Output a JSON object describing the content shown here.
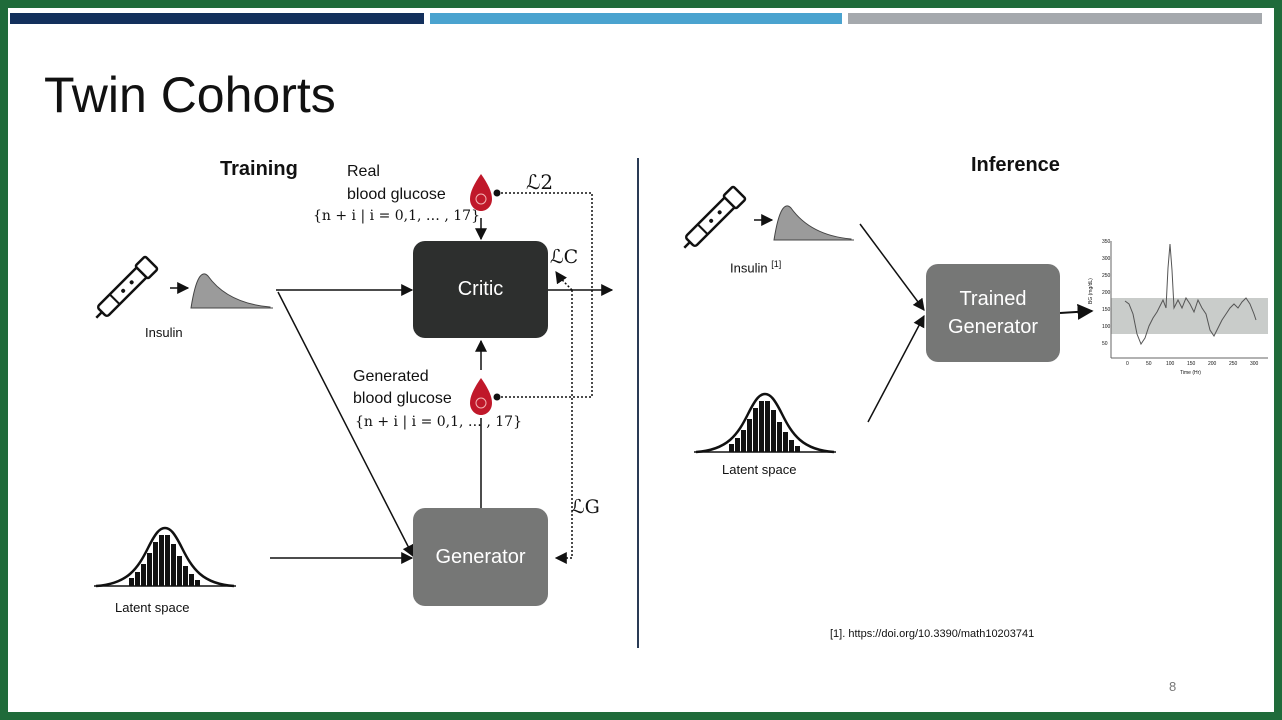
{
  "slide": {
    "title": "Twin Cohorts",
    "page_number": "8",
    "footnote": "[1]. https://doi.org/10.3390/math10203741",
    "accent_colors": [
      "#13305c",
      "#4aa3cf",
      "#a5a9ad"
    ]
  },
  "training": {
    "heading": "Training",
    "real_label_1": "Real",
    "real_label_2": "blood glucose",
    "real_set": "{n + i | i = 0,1, … , 17}",
    "generated_label_1": "Generated",
    "generated_label_2": "blood glucose",
    "generated_set": "{n + i | i = 0,1, … , 17}",
    "loss_2": "ℒ2",
    "loss_c": "ℒC",
    "loss_g": "ℒG",
    "critic": "Critic",
    "generator": "Generator",
    "insulin": "Insulin",
    "latent": "Latent space"
  },
  "inference": {
    "heading": "Inference",
    "insulin": "Insulin",
    "insulin_ref": "[1]",
    "trained_generator_1": "Trained",
    "trained_generator_2": "Generator",
    "latent": "Latent space",
    "plot": {
      "ylabel": "BG (mg/dL)",
      "xlabel": "Time (Hr)",
      "yticks": [
        "350",
        "300",
        "250",
        "200",
        "150",
        "100",
        "50"
      ],
      "xticks": [
        "0",
        "50",
        "100",
        "150",
        "200",
        "250",
        "300"
      ]
    }
  },
  "icons": [
    "insulin-pen-icon",
    "blood-drop-icon",
    "pdf-curve-icon",
    "histogram-bell-icon"
  ]
}
